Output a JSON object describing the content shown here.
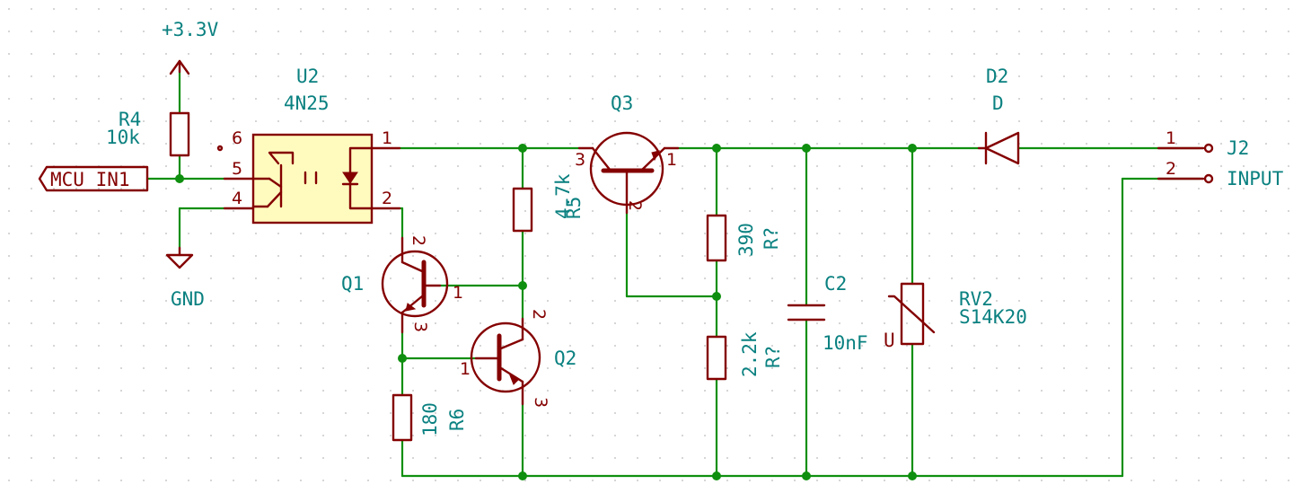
{
  "net_labels": {
    "power_rail": "+3.3V",
    "ground": "GND",
    "global_input": "MCU_IN1",
    "connector_net": "INPUT"
  },
  "components": {
    "r4": {
      "ref": "R4",
      "value": "10k"
    },
    "u2": {
      "ref": "U2",
      "value": "4N25",
      "pins": [
        "6",
        "5",
        "4",
        "1",
        "2"
      ]
    },
    "q3": {
      "ref": "Q3",
      "pins": [
        "3",
        "1",
        "2"
      ]
    },
    "r5": {
      "ref": "R5",
      "value": "4.7k"
    },
    "q1": {
      "ref": "Q1",
      "pins": [
        "2",
        "1",
        "3"
      ]
    },
    "q2": {
      "ref": "Q2",
      "pins": [
        "2",
        "1",
        "3"
      ]
    },
    "r6": {
      "ref": "R6",
      "value": "180"
    },
    "r_upper": {
      "ref": "R?",
      "value": "390"
    },
    "r_lower": {
      "ref": "R?",
      "value": "2.2k"
    },
    "c2": {
      "ref": "C2",
      "value": "10nF"
    },
    "rv2": {
      "ref": "RV2",
      "value": "S14K20",
      "marker": "U"
    },
    "d2": {
      "ref": "D2",
      "value": "D"
    },
    "j2": {
      "ref": "J2",
      "pins": [
        "1",
        "2"
      ]
    }
  },
  "colors": {
    "wire": "#0f8f0f",
    "symbol": "#840000",
    "reference_text": "#0a8080",
    "ic_fill": "#fffbbf",
    "grid": "#b8b8b8"
  }
}
